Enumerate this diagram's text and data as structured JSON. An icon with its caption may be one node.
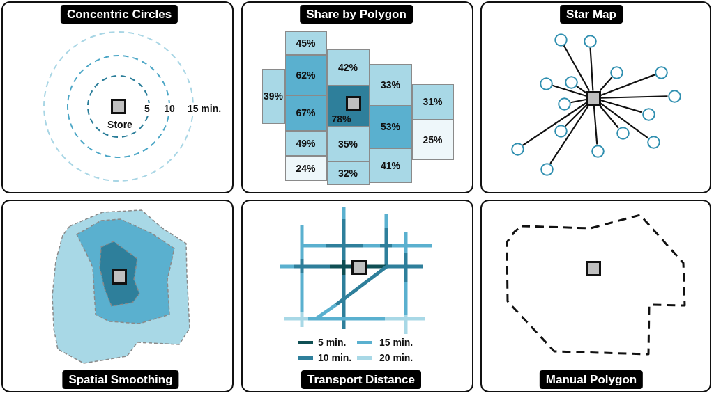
{
  "diagram": {
    "nodes": [
      {
        "text": [
          "Concentric Circles"
        ]
      },
      {
        "text": [
          "Share by Polygon"
        ]
      },
      {
        "text": [
          "39%"
        ],
        "in": 1
      },
      {
        "text": [
          "45%"
        ],
        "in": 1
      },
      {
        "text": [
          "62%"
        ],
        "in": 1
      },
      {
        "text": [
          "67%"
        ],
        "in": 1
      },
      {
        "text": [
          "49%"
        ],
        "in": 1
      },
      {
        "text": [
          "24%"
        ],
        "in": 1
      },
      {
        "text": [
          "42%"
        ],
        "in": 1
      },
      {
        "text": [
          "78%"
        ],
        "in": 1
      },
      {
        "text": [
          "35%"
        ],
        "in": 1
      },
      {
        "text": [
          "32%"
        ],
        "in": 1
      },
      {
        "text": [
          "33%"
        ],
        "in": 1
      },
      {
        "text": [
          "53%"
        ],
        "in": 1
      },
      {
        "text": [
          "41%"
        ],
        "in": 1
      },
      {
        "text": [
          "31%"
        ],
        "in": 1
      },
      {
        "text": [
          "25%"
        ],
        "in": 1
      },
      {
        "text": [
          "Star Map"
        ]
      },
      {
        "text": [],
        "shape": "box",
        "in": 17
      },
      {
        "text": [],
        "shape": "circle",
        "in": 17
      },
      {
        "text": [],
        "shape": "circle",
        "in": 17
      },
      {
        "text": [],
        "shape": "circle",
        "in": 17
      },
      {
        "text": [],
        "shape": "circle",
        "in": 17
      },
      {
        "text": [],
        "shape": "circle",
        "in": 17
      },
      {
        "text": [],
        "shape": "circle",
        "in": 17
      },
      {
        "text": [],
        "shape": "circle",
        "in": 17
      },
      {
        "text": [],
        "shape": "circle",
        "in": 17
      },
      {
        "text": [],
        "shape": "circle",
        "in": 17
      },
      {
        "text": [],
        "shape": "circle",
        "in": 17
      },
      {
        "text": [],
        "shape": "circle",
        "in": 17
      },
      {
        "text": [],
        "shape": "circle",
        "in": 17
      },
      {
        "text": [],
        "shape": "circle",
        "in": 17
      },
      {
        "text": [],
        "shape": "circle",
        "in": 17
      },
      {
        "text": [],
        "shape": "circle",
        "in": 17
      },
      {
        "text": [
          "Spatial Smoothing"
        ]
      },
      {
        "text": [
          "Transport Distance"
        ]
      },
      {
        "text": [
          "Manual Polygon"
        ]
      }
    ],
    "edges": [
      {
        "from": 18,
        "to": 19,
        "arrow": "none"
      },
      {
        "from": 18,
        "to": 20,
        "arrow": "none"
      },
      {
        "from": 18,
        "to": 21,
        "arrow": "none"
      },
      {
        "from": 18,
        "to": 22,
        "arrow": "none"
      },
      {
        "from": 18,
        "to": 23,
        "arrow": "none"
      },
      {
        "from": 18,
        "to": 24,
        "arrow": "none"
      },
      {
        "from": 18,
        "to": 25,
        "arrow": "none"
      },
      {
        "from": 18,
        "to": 26,
        "arrow": "none"
      },
      {
        "from": 18,
        "to": 27,
        "arrow": "none"
      },
      {
        "from": 18,
        "to": 28,
        "arrow": "none"
      },
      {
        "from": 18,
        "to": 29,
        "arrow": "none"
      },
      {
        "from": 18,
        "to": 30,
        "arrow": "none"
      },
      {
        "from": 18,
        "to": 31,
        "arrow": "none"
      },
      {
        "from": 18,
        "to": 32,
        "arrow": "none"
      },
      {
        "from": 18,
        "to": 33,
        "arrow": "none"
      }
    ],
    "labels": [
      "5",
      "10",
      "15 min.",
      "Store"
    ],
    "legend": [
      {
        "text": "5 min."
      },
      {
        "text": "15 min."
      },
      {
        "text": "10 min."
      },
      {
        "text": "20 min."
      }
    ]
  }
}
